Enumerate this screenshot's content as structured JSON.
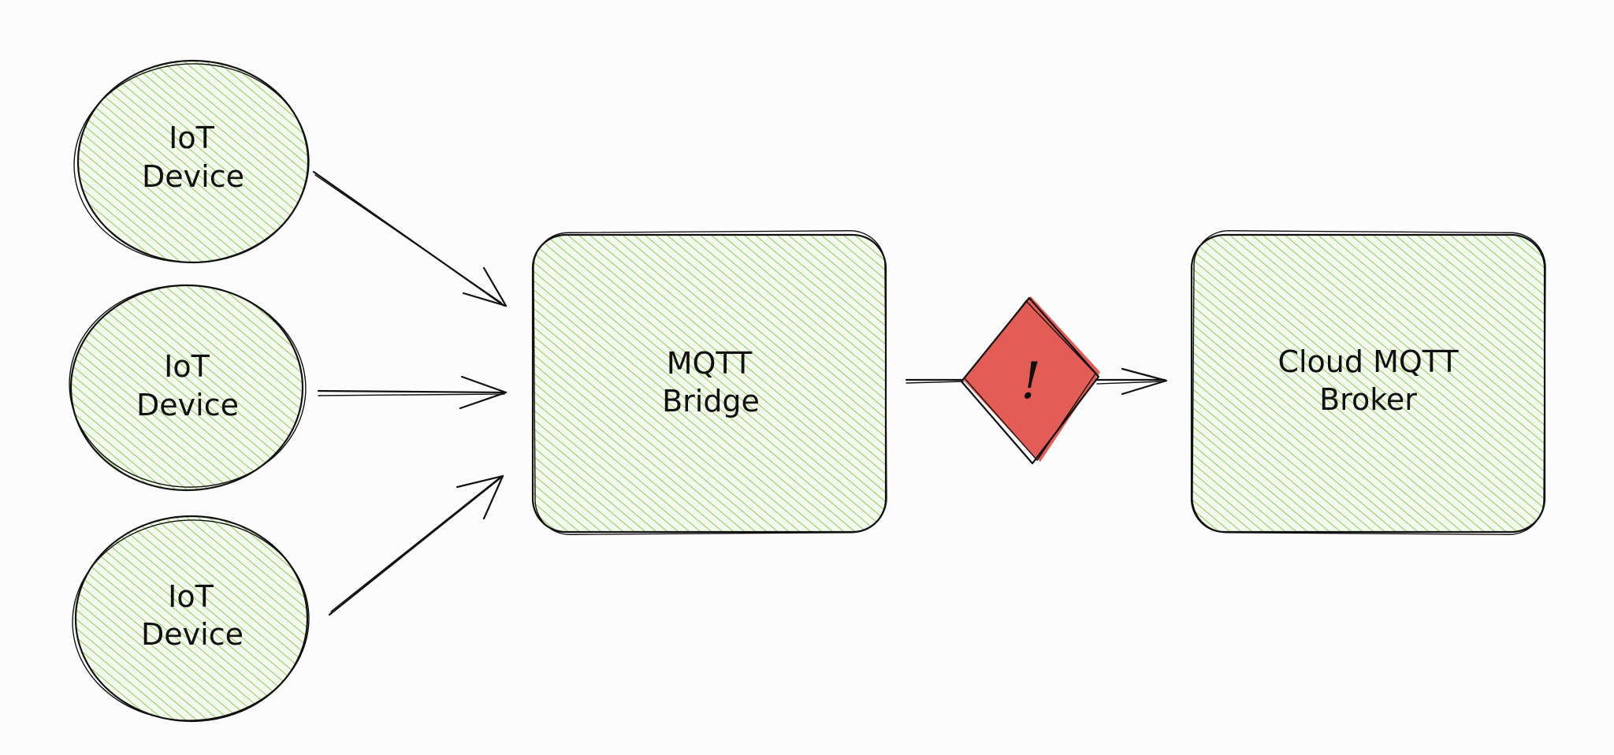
{
  "diagram": {
    "style": "hand-drawn sketch",
    "colors": {
      "node_fill": "#a9d27a",
      "node_hatch": "#9ccc65",
      "warning_fill": "#e35d56",
      "stroke": "#111111",
      "background": "#fcfcfc"
    },
    "devices": [
      {
        "line1": "IoT",
        "line2": "Device"
      },
      {
        "line1": "IoT",
        "line2": "Device"
      },
      {
        "line1": "IoT",
        "line2": "Device"
      }
    ],
    "bridge": {
      "line1": "MQTT",
      "line2": "Bridge"
    },
    "warning": {
      "symbol": "!",
      "icon": "warning-diamond-icon"
    },
    "broker": {
      "line1": "Cloud MQTT",
      "line2": "Broker"
    },
    "edges": [
      {
        "from": "device-1",
        "to": "bridge"
      },
      {
        "from": "device-2",
        "to": "bridge"
      },
      {
        "from": "device-3",
        "to": "bridge"
      },
      {
        "from": "bridge",
        "to": "broker",
        "via": "warning"
      }
    ]
  }
}
